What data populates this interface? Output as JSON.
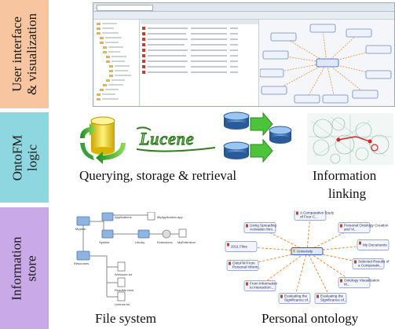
{
  "layers": {
    "ui": "User interface\n& visualization",
    "logic": "OntoFM\nlogic",
    "store": "Information\nstore"
  },
  "captions": {
    "querying": "Querying, storage & retrieval",
    "linking_1": "Information",
    "linking_2": "linking",
    "filesystem": "File system",
    "ontology": "Personal ontology"
  },
  "lucene_logo": "Lucene",
  "ontology_graph": {
    "center": "University",
    "nodes": [
      "A Comparative Study of Four C...",
      "Personal Ontology Creation and Vi...",
      "My Documents",
      "Selected Results of a Comparativ...",
      "Ontology Visualization M...",
      "Evaluating the Significance of...",
      "Evaluating the Significance of...",
      "From Information to Interaction:...",
      "OntoFM From Personal Inform...",
      "2011 Files",
      "Using Spreading Activation thro..."
    ]
  },
  "file_tree": {
    "nodes": [
      "MyWeb",
      "Applications",
      "MyApplication.app",
      "System",
      "Library",
      "Extensions",
      "MyExtension",
      "Resources",
      "Welcome.txt",
      "ReadMe.html",
      "License.txt"
    ]
  },
  "colors": {
    "ui_band": "#f7c6a0",
    "logic_band": "#8ed7e0",
    "store_band": "#c9a9e8"
  }
}
